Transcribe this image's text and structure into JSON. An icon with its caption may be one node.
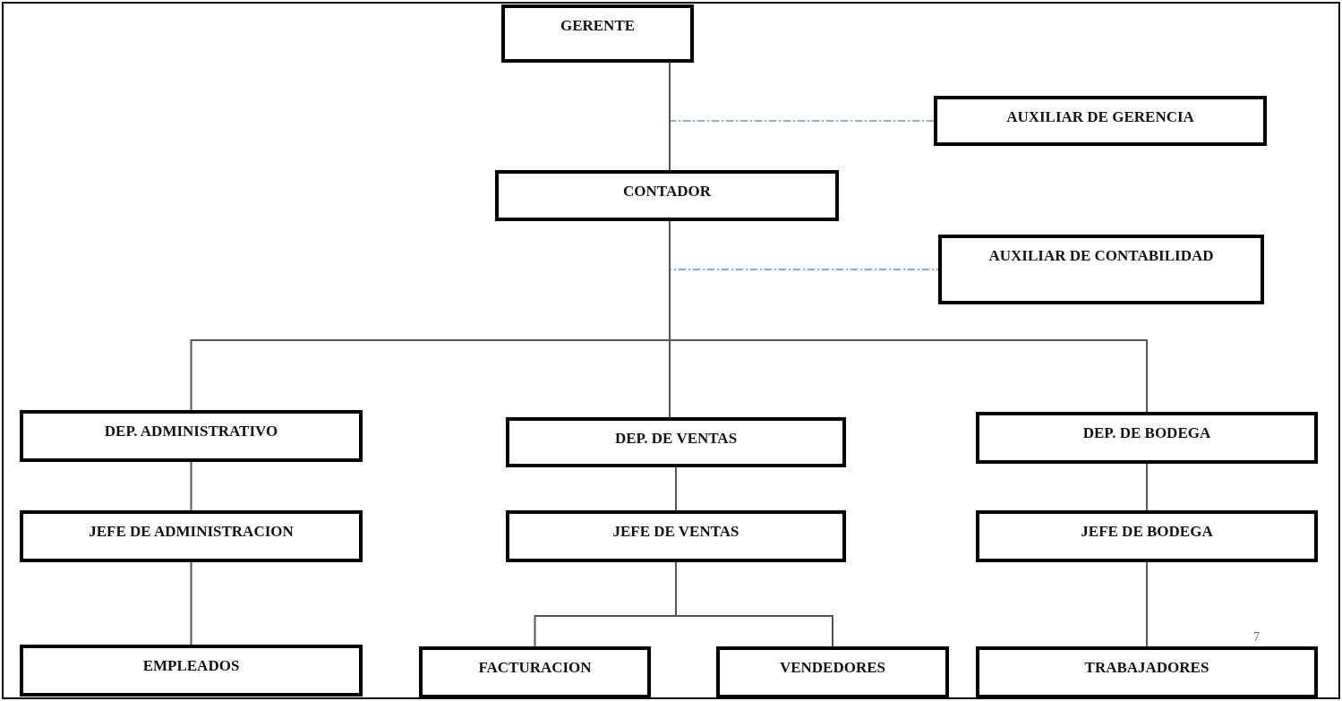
{
  "diagram": {
    "nodes": [
      {
        "text": [
          "GERENTE"
        ]
      },
      {
        "text": [
          "AUXILIAR DE GERENCIA"
        ]
      },
      {
        "text": [
          "CONTADOR"
        ]
      },
      {
        "text": [
          "AUXILIAR DE CONTABILIDAD"
        ]
      },
      {
        "text": [
          "DEP. ADMINISTRATIVO"
        ]
      },
      {
        "text": [
          "DEP. DE VENTAS"
        ]
      },
      {
        "text": [
          "DEP. DE BODEGA"
        ]
      },
      {
        "text": [
          "JEFE DE ADMINISTRACION"
        ]
      },
      {
        "text": [
          "JEFE DE VENTAS"
        ]
      },
      {
        "text": [
          "JEFE DE BODEGA"
        ]
      },
      {
        "text": [
          "EMPLEADOS"
        ]
      },
      {
        "text": [
          "FACTURACION"
        ]
      },
      {
        "text": [
          "VENDEDORES"
        ]
      },
      {
        "text": [
          "TRABAJADORES"
        ]
      }
    ],
    "edges": [
      {
        "from": 0,
        "to": 1,
        "arrow": "none",
        "style": "dashed",
        "color": "#5b8fd6"
      },
      {
        "from": 0,
        "to": 2,
        "arrow": "none"
      },
      {
        "from": 2,
        "to": 3,
        "arrow": "none",
        "style": "dashed",
        "color": "#5b8fd6"
      },
      {
        "from": 2,
        "to": 4,
        "arrow": "none"
      },
      {
        "from": 2,
        "to": 5,
        "arrow": "none"
      },
      {
        "from": 2,
        "to": 6,
        "arrow": "none"
      },
      {
        "from": 4,
        "to": 7,
        "arrow": "none"
      },
      {
        "from": 5,
        "to": 8,
        "arrow": "none"
      },
      {
        "from": 6,
        "to": 9,
        "arrow": "none"
      },
      {
        "from": 7,
        "to": 10,
        "arrow": "none"
      },
      {
        "from": 8,
        "to": 11,
        "arrow": "none"
      },
      {
        "from": 8,
        "to": 12,
        "arrow": "none"
      },
      {
        "from": 9,
        "to": 13,
        "arrow": "none"
      }
    ],
    "labels": [
      "7"
    ]
  }
}
